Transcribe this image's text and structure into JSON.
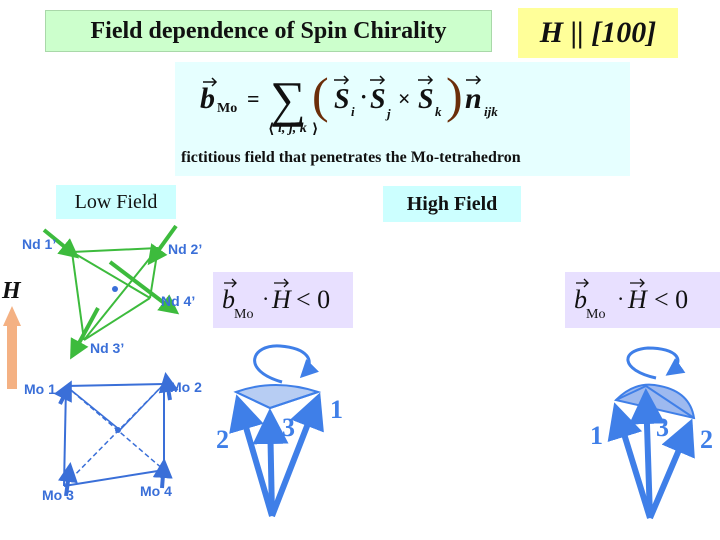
{
  "title": "Field dependence of Spin Chirality",
  "field_direction": "H || [100]",
  "formula": {
    "lhs": "b",
    "lhs_sub": "Mo",
    "sum_index": "i, j, k",
    "s_i": "i",
    "s_j": "j",
    "s_k": "k",
    "n_sub": "ijk"
  },
  "caption": "fictitious field that penetrates the Mo-tetrahedron",
  "low_field": "Low Field",
  "high_field": "High Field",
  "field_label": "H",
  "dot_condition": {
    "b": "b",
    "sub": "Mo",
    "h": "H",
    "rel": "< 0"
  },
  "nd_labels": [
    "Nd 1’",
    "Nd 2’",
    "Nd 4’",
    "Nd 3’"
  ],
  "mo_labels": [
    "Mo 1",
    "Mo 2",
    "Mo 3",
    "Mo 4"
  ],
  "spin_numbers_low": [
    "1",
    "2",
    "3"
  ],
  "spin_numbers_high": [
    "1",
    "3",
    "2"
  ],
  "colors": {
    "nd": "#3dbb3d",
    "mo": "#3a6fd8",
    "spin": "#3f7fe8",
    "field": "#f4b183"
  }
}
